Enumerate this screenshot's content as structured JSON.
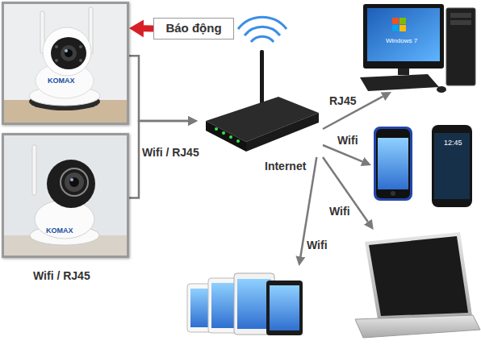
{
  "diagram": {
    "nodes": [
      {
        "text": [
          "KOMAX"
        ]
      },
      {
        "text": [
          "Báo động"
        ]
      },
      {
        "text": []
      },
      {
        "text": [
          "Windows 7"
        ]
      },
      {
        "text": [
          "KOMAX",
          "Wifi / RJ45"
        ]
      },
      {
        "text": [
          "12:45"
        ]
      },
      {
        "text": []
      },
      {
        "text": []
      }
    ],
    "edges": [
      {
        "from": 1,
        "to": 0,
        "arrow": "to"
      },
      {
        "from": 0,
        "to": 2,
        "arrow": "to"
      },
      {
        "from": 4,
        "to": 2,
        "label": "Wifi / RJ45",
        "arrow": "to"
      },
      {
        "from": 2,
        "to": 3,
        "label": "RJ45",
        "arrow": "to"
      },
      {
        "from": 2,
        "to": 5,
        "label": "Wifi",
        "arrow": "to"
      },
      {
        "from": 2,
        "to": 6,
        "label": "Wifi",
        "arrow": "to"
      },
      {
        "from": 2,
        "to": 7,
        "label": "Wifi",
        "arrow": "to"
      }
    ],
    "labels": [
      "Internet"
    ]
  }
}
